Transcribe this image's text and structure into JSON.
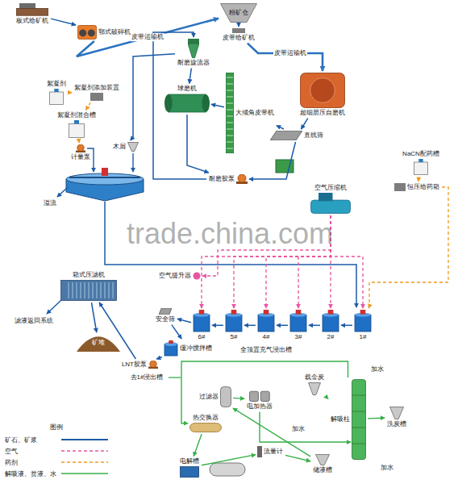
{
  "diagram": {
    "nodes": [
      {
        "text": [
          "板式给矿机"
        ]
      },
      {
        "text": [
          "鄂式破碎机"
        ]
      },
      {
        "text": [
          "粉矿仓"
        ]
      },
      {
        "text": [
          "皮带给矿机"
        ]
      },
      {
        "text": [
          "耐磨旋流器"
        ]
      },
      {
        "text": [
          "球磨机"
        ]
      },
      {
        "text": [
          "大倾角皮带机"
        ]
      },
      {
        "text": [
          "超细层压自磨机"
        ]
      },
      {
        "text": [
          "直线筛"
        ]
      },
      {
        "text": [
          "耐磨胶泵"
        ]
      },
      {
        "text": [
          "絮凝剂"
        ]
      },
      {
        "text": [
          "絮凝剂添加装置"
        ]
      },
      {
        "text": [
          "絮凝剂混合槽"
        ]
      },
      {
        "text": [
          "计量泵"
        ]
      },
      {
        "text": [
          "木屑"
        ]
      },
      {
        "text": [
          "NaCN配药槽"
        ]
      },
      {
        "text": [
          "恒压给药箱"
        ]
      },
      {
        "text": [
          "空气压缩机"
        ]
      },
      {
        "text": [
          "箱式压滤机"
        ]
      },
      {
        "text": [
          "矿堆"
        ]
      },
      {
        "text": [
          "空气提升器"
        ]
      },
      {
        "text": [
          "安全筛"
        ]
      },
      {
        "text": [
          "缓冲搅拌槽"
        ]
      },
      {
        "text": [
          "LNT胶泵"
        ]
      },
      {
        "text": [
          "6#"
        ]
      },
      {
        "text": [
          "5#"
        ]
      },
      {
        "text": [
          "4#"
        ]
      },
      {
        "text": [
          "3#"
        ]
      },
      {
        "text": [
          "2#"
        ]
      },
      {
        "text": [
          "1#"
        ]
      },
      {
        "text": [
          "过滤器"
        ]
      },
      {
        "text": [
          "电加热器"
        ]
      },
      {
        "text": [
          "热交换器"
        ]
      },
      {
        "text": [
          "载金炭"
        ]
      },
      {
        "text": [
          "解吸柱"
        ]
      },
      {
        "text": [
          "洗炭槽"
        ]
      },
      {
        "text": [
          "流量计"
        ]
      },
      {
        "text": [
          "电解槽"
        ]
      },
      {
        "text": [
          "储液槽"
        ]
      }
    ],
    "edges": [
      {
        "from": 0,
        "to": 1,
        "arrow": "to"
      },
      {
        "from": 1,
        "to": 2,
        "label": "皮带运输机",
        "arrow": "to"
      },
      {
        "from": 2,
        "to": 3,
        "arrow": "to"
      },
      {
        "from": 3,
        "to": 7,
        "label": "皮带运输机",
        "arrow": "to"
      },
      {
        "from": 7,
        "to": 8,
        "arrow": "to"
      },
      {
        "from": 8,
        "to": 9,
        "arrow": "to"
      },
      {
        "from": 9,
        "to": 4,
        "arrow": "to"
      },
      {
        "from": 4,
        "to": 5,
        "arrow": "to"
      },
      {
        "from": 5,
        "to": 9,
        "arrow": "to"
      },
      {
        "from": 8,
        "to": 6,
        "arrow": "to"
      },
      {
        "from": 6,
        "to": 5,
        "arrow": "to"
      },
      {
        "from": 4,
        "to": 14,
        "arrow": "to"
      },
      {
        "from": 29,
        "to": 28,
        "arrow": "to"
      },
      {
        "from": 28,
        "to": 27,
        "arrow": "to"
      },
      {
        "from": 27,
        "to": 26,
        "arrow": "to"
      },
      {
        "from": 26,
        "to": 25,
        "arrow": "to"
      },
      {
        "from": 25,
        "to": 24,
        "arrow": "to"
      },
      {
        "from": 24,
        "to": 21,
        "arrow": "to"
      },
      {
        "from": 21,
        "to": 22,
        "arrow": "to"
      },
      {
        "from": 22,
        "to": 23,
        "arrow": "to"
      },
      {
        "from": 23,
        "to": 18,
        "arrow": "to"
      },
      {
        "from": 18,
        "to": 19,
        "arrow": "to"
      },
      {
        "from": 10,
        "to": 11,
        "arrow": "to"
      },
      {
        "from": 11,
        "to": 12,
        "arrow": "to"
      },
      {
        "from": 12,
        "to": 13,
        "arrow": "to"
      },
      {
        "from": 15,
        "to": 16,
        "arrow": "to"
      },
      {
        "from": 16,
        "to": 29,
        "arrow": "to"
      },
      {
        "from": 17,
        "to": 20,
        "arrow": "to"
      },
      {
        "from": 17,
        "to": 24,
        "arrow": "to"
      },
      {
        "from": 17,
        "to": 25,
        "arrow": "to"
      },
      {
        "from": 17,
        "to": 26,
        "arrow": "to"
      },
      {
        "from": 17,
        "to": 27,
        "arrow": "to"
      },
      {
        "from": 17,
        "to": 28,
        "arrow": "to"
      },
      {
        "from": 17,
        "to": 29,
        "arrow": "to"
      },
      {
        "from": 33,
        "to": 34,
        "arrow": "to"
      },
      {
        "from": 34,
        "to": 35,
        "arrow": "to"
      },
      {
        "from": 34,
        "to": 32,
        "arrow": "to"
      },
      {
        "from": 32,
        "to": 37,
        "arrow": "to"
      },
      {
        "from": 37,
        "to": 36,
        "arrow": "to"
      },
      {
        "from": 36,
        "to": 38,
        "arrow": "to"
      },
      {
        "from": 38,
        "to": 30,
        "arrow": "to"
      },
      {
        "from": 30,
        "to": 31,
        "arrow": "to"
      },
      {
        "from": 31,
        "to": 34,
        "arrow": "to"
      }
    ],
    "labels": [
      "溢流",
      "滤液返回系统",
      "全顶置充气浸出槽",
      "去1#浸出槽",
      "加水",
      "加水",
      "加水",
      "图例",
      "trade.china.com"
    ],
    "legend": [
      {
        "text": "矿石、矿浆"
      },
      {
        "text": "空气"
      },
      {
        "text": "药剂"
      },
      {
        "text": "解吸液、贫液、水"
      }
    ]
  }
}
